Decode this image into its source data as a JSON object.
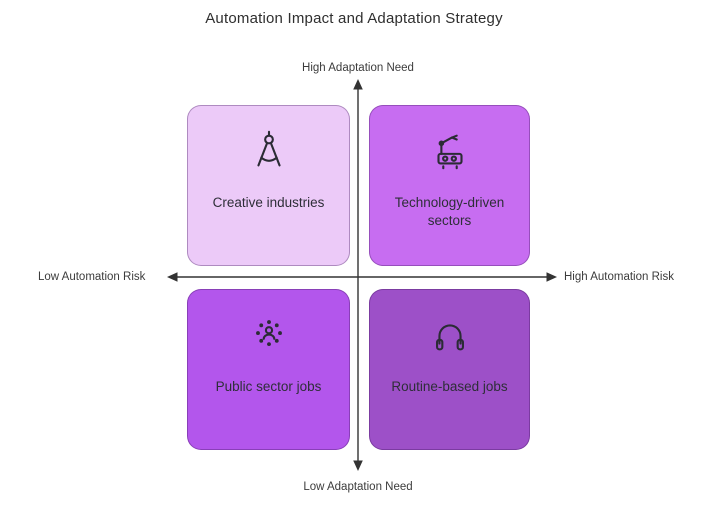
{
  "diagram": {
    "title": "Automation Impact and Adaptation Strategy",
    "axis_labels": {
      "top": "High Adaptation Need",
      "bottom": "Low Adaptation Need",
      "left": "Low Automation Risk",
      "right": "High Automation Risk"
    },
    "quadrants": {
      "top_left": {
        "label": "Creative industries",
        "icon": "drafting-compass-icon",
        "color": "#eccaf8"
      },
      "top_right": {
        "label": "Technology-driven sectors",
        "icon": "robot-arm-icon",
        "color": "#c76df1"
      },
      "bottom_left": {
        "label": "Public sector jobs",
        "icon": "people-network-icon",
        "color": "#b356ec"
      },
      "bottom_right": {
        "label": "Routine-based jobs",
        "icon": "headphones-icon",
        "color": "#9d50c8"
      }
    },
    "axis_color": "#333333",
    "icon_color": "#2b2b35"
  }
}
